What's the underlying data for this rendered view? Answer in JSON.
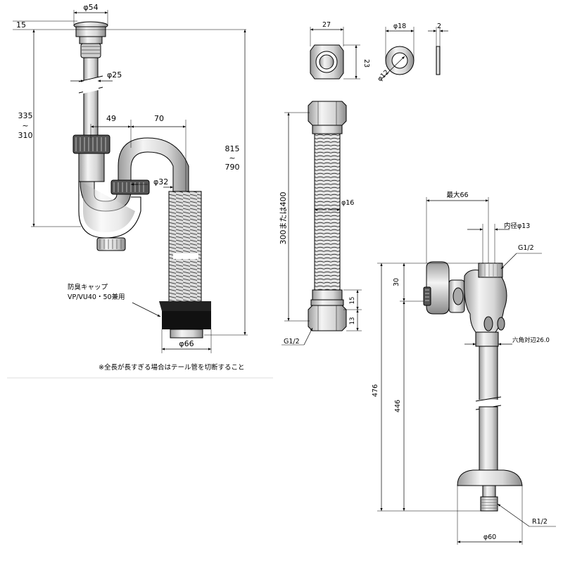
{
  "trap": {
    "dia_54": "φ54",
    "dim_15": "15",
    "dia_25": "φ25",
    "len_335": "335",
    "tilde_1": "~",
    "len_310": "310",
    "dim_49": "49",
    "dim_70": "70",
    "len_815": "815",
    "tilde_2": "~",
    "len_790": "790",
    "dia_32": "φ32",
    "dia_66": "φ66",
    "cap_label_1": "防臭キャップ",
    "cap_label_2": "VP/VU40・50兼用",
    "note": "※全長が長すぎる場合はテール管を切断すること"
  },
  "nut": {
    "width_27": "27",
    "height_23": "23"
  },
  "washer": {
    "dia_18": "φ18",
    "dia_12": "φ12",
    "thick_2": "2"
  },
  "hose": {
    "length": "300または400",
    "dia_16": "φ16",
    "dim_15": "15",
    "dim_13": "13",
    "thread": "G1/2"
  },
  "valve": {
    "max_66": "最大66",
    "inner_13": "内径φ13",
    "thread_g": "G1/2",
    "dim_30": "30",
    "hex_26": "六角対辺26.0",
    "len_476": "476",
    "len_446": "446",
    "thread_r": "R1/2",
    "dia_60": "φ60"
  }
}
